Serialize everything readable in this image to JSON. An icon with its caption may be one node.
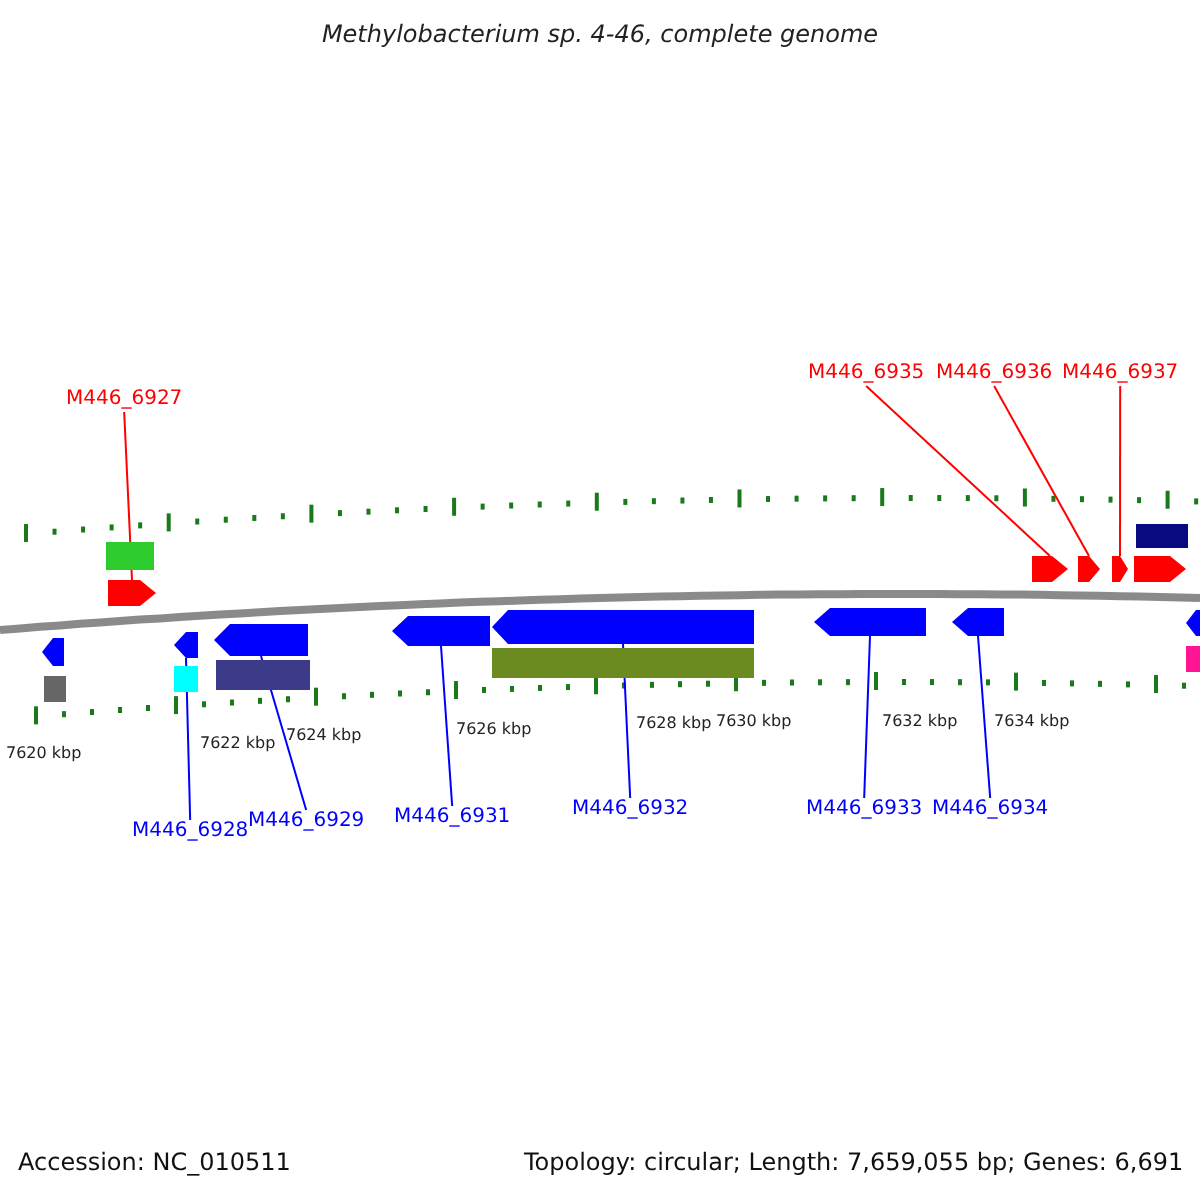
{
  "diagram": {
    "title": "Methylobacterium sp. 4-46, complete genome",
    "nodes": [
      {
        "text": [
          "M446_6927"
        ]
      },
      {
        "text": [
          "M446_6935"
        ]
      },
      {
        "text": [
          "M446_6936"
        ]
      },
      {
        "text": [
          "M446_6937"
        ]
      },
      {
        "text": [
          "M446_6928"
        ]
      },
      {
        "text": [
          "M446_6929"
        ]
      },
      {
        "text": [
          "M446_6931"
        ]
      },
      {
        "text": [
          "M446_6932"
        ]
      },
      {
        "text": [
          "M446_6933"
        ]
      },
      {
        "text": [
          "M446_6934"
        ]
      },
      {
        "text": [],
        "shape": "arrow"
      },
      {
        "text": [],
        "shape": "arrow"
      },
      {
        "text": [],
        "shape": "arrow"
      },
      {
        "text": [],
        "shape": "arrow"
      },
      {
        "text": [],
        "shape": "arrow"
      },
      {
        "text": [],
        "shape": "arrow"
      },
      {
        "text": [],
        "shape": "arrow"
      },
      {
        "text": [],
        "shape": "arrow"
      },
      {
        "text": [],
        "shape": "arrow"
      },
      {
        "text": [],
        "shape": "arrow"
      },
      {
        "text": [],
        "shape": "box"
      },
      {
        "text": [],
        "shape": "arrow"
      },
      {
        "text": [],
        "shape": "box"
      },
      {
        "text": [],
        "shape": "arrow"
      },
      {
        "text": [],
        "shape": "box"
      },
      {
        "text": [],
        "shape": "box"
      },
      {
        "text": [],
        "shape": "box"
      },
      {
        "text": [],
        "shape": "box"
      },
      {
        "text": [],
        "shape": "arrow"
      },
      {
        "text": [],
        "shape": "box"
      }
    ],
    "edges": [
      {
        "from": 0,
        "to": 10,
        "arrow": "none",
        "color": "#ff0000"
      },
      {
        "from": 1,
        "to": 11,
        "arrow": "none",
        "color": "#ff0000"
      },
      {
        "from": 2,
        "to": 12,
        "arrow": "none",
        "color": "#ff0000"
      },
      {
        "from": 3,
        "to": 13,
        "arrow": "none",
        "color": "#ff0000"
      },
      {
        "from": 4,
        "to": 14,
        "arrow": "none"
      },
      {
        "from": 5,
        "to": 15,
        "arrow": "none"
      },
      {
        "from": 6,
        "to": 16,
        "arrow": "none"
      },
      {
        "from": 7,
        "to": 17,
        "arrow": "none"
      },
      {
        "from": 8,
        "to": 18,
        "arrow": "none"
      },
      {
        "from": 9,
        "to": 19,
        "arrow": "none"
      }
    ],
    "labels": [
      "7620 kbp",
      "7622 kbp",
      "7624 kbp",
      "7626 kbp",
      "7628 kbp",
      "7630 kbp",
      "7632 kbp",
      "7634 kbp",
      "Accession: NC_010511",
      "Topology: circular; Length: 7,659,055 bp; Genes: 6,691"
    ]
  }
}
